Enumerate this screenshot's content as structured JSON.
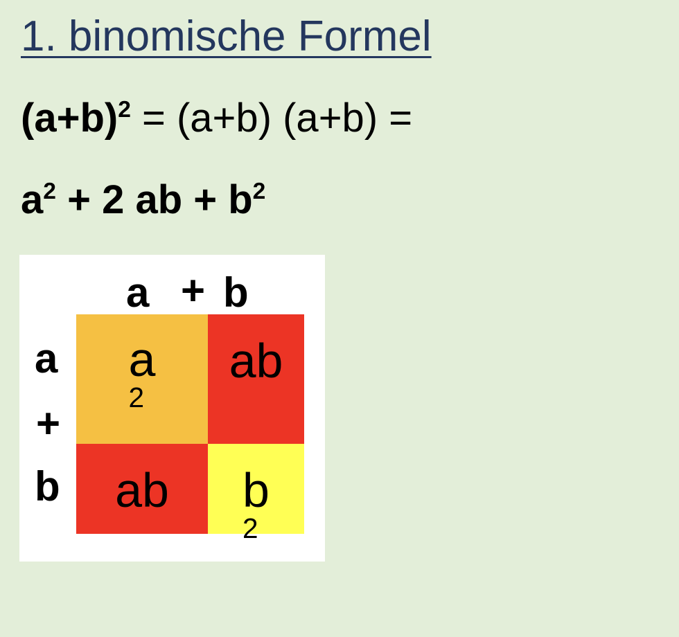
{
  "title": "1. binomische Formel",
  "line1": {
    "lhs_base": "(a+b)",
    "lhs_exp": "2",
    "rhs": " = (a+b) (a+b) ="
  },
  "line2": {
    "term1_base": "a",
    "term1_exp": "2",
    "middle": " + 2 ab + b",
    "term3_exp": "2"
  },
  "diagram": {
    "top_label_a": "a",
    "top_label_plus": "+",
    "top_label_b": "b",
    "side_label_a": "a",
    "side_label_plus": "+",
    "side_label_b": "b",
    "cells": {
      "top_left_base": "a",
      "top_left_exp": "2",
      "top_right": "ab",
      "bottom_left": "ab",
      "bottom_right_base": "b",
      "bottom_right_exp": "2"
    },
    "colors": {
      "square_a": "#f5c043",
      "rectangle_ab": "#ec3425",
      "square_b": "#ffff55",
      "background": "#e3eed9",
      "title": "#24375e"
    }
  }
}
